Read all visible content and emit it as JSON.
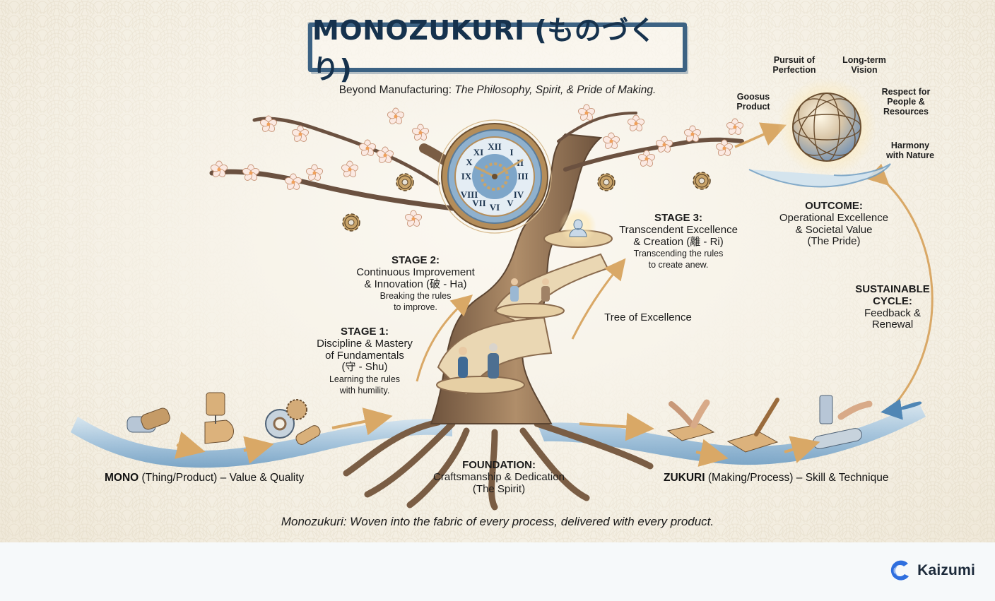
{
  "title": {
    "main": "MONOZUKURI (ものづくり)",
    "subtitle_prefix": "Beyond Manufacturing: ",
    "subtitle_emphasis": "The Philosophy, Spirit, & Pride of Making."
  },
  "stages": [
    {
      "heading": "STAGE 1:",
      "title_line1": "Discipline & Mastery",
      "title_line2": "of Fundamentals",
      "title_line3": "(守 - Shu)",
      "desc_line1": "Learning the rules",
      "desc_line2": "with humility."
    },
    {
      "heading": "STAGE 2:",
      "title_line1": "Continuous Improvement",
      "title_line2": "& Innovation (破 - Ha)",
      "desc_line1": "Breaking the rules",
      "desc_line2": "to improve."
    },
    {
      "heading": "STAGE 3:",
      "title_line1": "Transcendent Excellence",
      "title_line2": "& Creation (離 - Ri)",
      "desc_line1": "Transcending the rules",
      "desc_line2": "to create anew."
    }
  ],
  "tree_label": "Tree of Excellence",
  "outcome": {
    "heading": "OUTCOME:",
    "line1": "Operational Excellence",
    "line2": "& Societal Value",
    "line3": "(The Pride)"
  },
  "cycle": {
    "heading_line1": "SUSTAINABLE",
    "heading_line2": "CYCLE:",
    "line1": "Feedback &",
    "line2": "Renewal"
  },
  "values": [
    {
      "line1": "Goosus",
      "line2": "Product"
    },
    {
      "line1": "Pursuit of",
      "line2": "Perfection"
    },
    {
      "line1": "Long-term",
      "line2": "Vision"
    },
    {
      "line1": "Respect for",
      "line2": "People &",
      "line3": "Resources"
    },
    {
      "line1": "Harmony",
      "line2": "with Nature"
    }
  ],
  "foundation": {
    "heading": "FOUNDATION:",
    "line1": "Craftsmanship & Dedication",
    "line2": "(The Spirit)"
  },
  "mono": {
    "bold": "MONO",
    "rest": " (Thing/Product) – Value & Quality"
  },
  "zukuri": {
    "bold": "ZUKURI",
    "rest": " (Making/Process) – Skill & Technique"
  },
  "tagline": "Monozukuri: Woven into the fabric of every process, delivered with every product.",
  "brand": {
    "name": "Kaizumi",
    "color": "#2f6fde"
  },
  "colors": {
    "title_frame": "#3c6283",
    "title_text": "#16324d",
    "wood": "#8a6b4e",
    "river": "#8fb6d4",
    "arrow": "#d9a866",
    "blossom": "#f6d9cf"
  }
}
